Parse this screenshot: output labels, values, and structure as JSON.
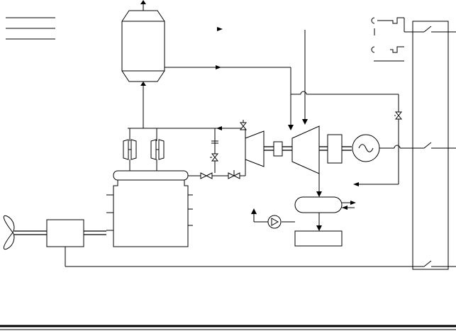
{
  "diagram": {
    "labels": [],
    "components": [
      "propeller-icon",
      "reduction-gearbox",
      "diesel-engine",
      "exhaust-manifold",
      "turbochargers",
      "exhaust-gas-boiler",
      "power-turbine",
      "steam-turbine",
      "gearbox",
      "generator-icon",
      "condenser",
      "hotwell-tank",
      "feed-pump-icon",
      "switchboard",
      "valves"
    ]
  }
}
